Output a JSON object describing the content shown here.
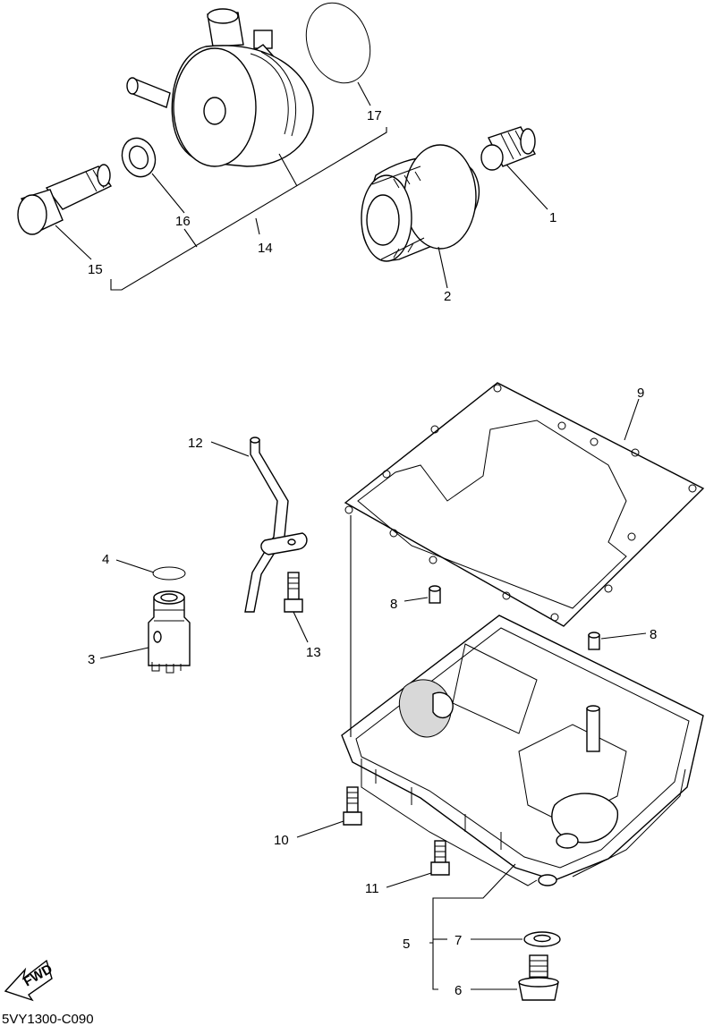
{
  "figure_code": "5VY1300-C090",
  "fwd_label": "FWD",
  "callouts": {
    "c1": "1",
    "c2": "2",
    "c3": "3",
    "c4": "4",
    "c5": "5",
    "c6": "6",
    "c7": "7",
    "c8a": "8",
    "c8b": "8",
    "c9": "9",
    "c10": "10",
    "c11": "11",
    "c12": "12",
    "c13": "13",
    "c14": "14",
    "c15": "15",
    "c16": "16",
    "c17": "17"
  }
}
